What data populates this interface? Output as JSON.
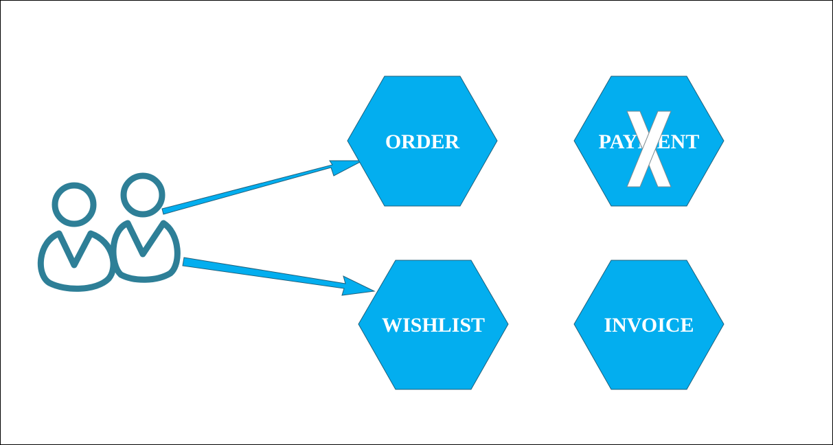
{
  "diagram": {
    "colors": {
      "service_fill": "#03AEEF",
      "service_stroke": "#1f5f7a",
      "arrow": "#03AEEF",
      "users_icon": "#2E7F97",
      "cross_mark": "#ffffff",
      "frame": "#000000"
    },
    "actor": {
      "icon": "users-icon"
    },
    "services": {
      "order": {
        "label": "ORDER"
      },
      "payment": {
        "label": "PAYMENT",
        "status": "unavailable",
        "mark_icon": "x-cross-icon"
      },
      "wishlist": {
        "label": "WISHLIST"
      },
      "invoice": {
        "label": "INVOICE"
      }
    },
    "connections": [
      {
        "from": "actor",
        "to": "order"
      },
      {
        "from": "actor",
        "to": "wishlist"
      }
    ]
  }
}
